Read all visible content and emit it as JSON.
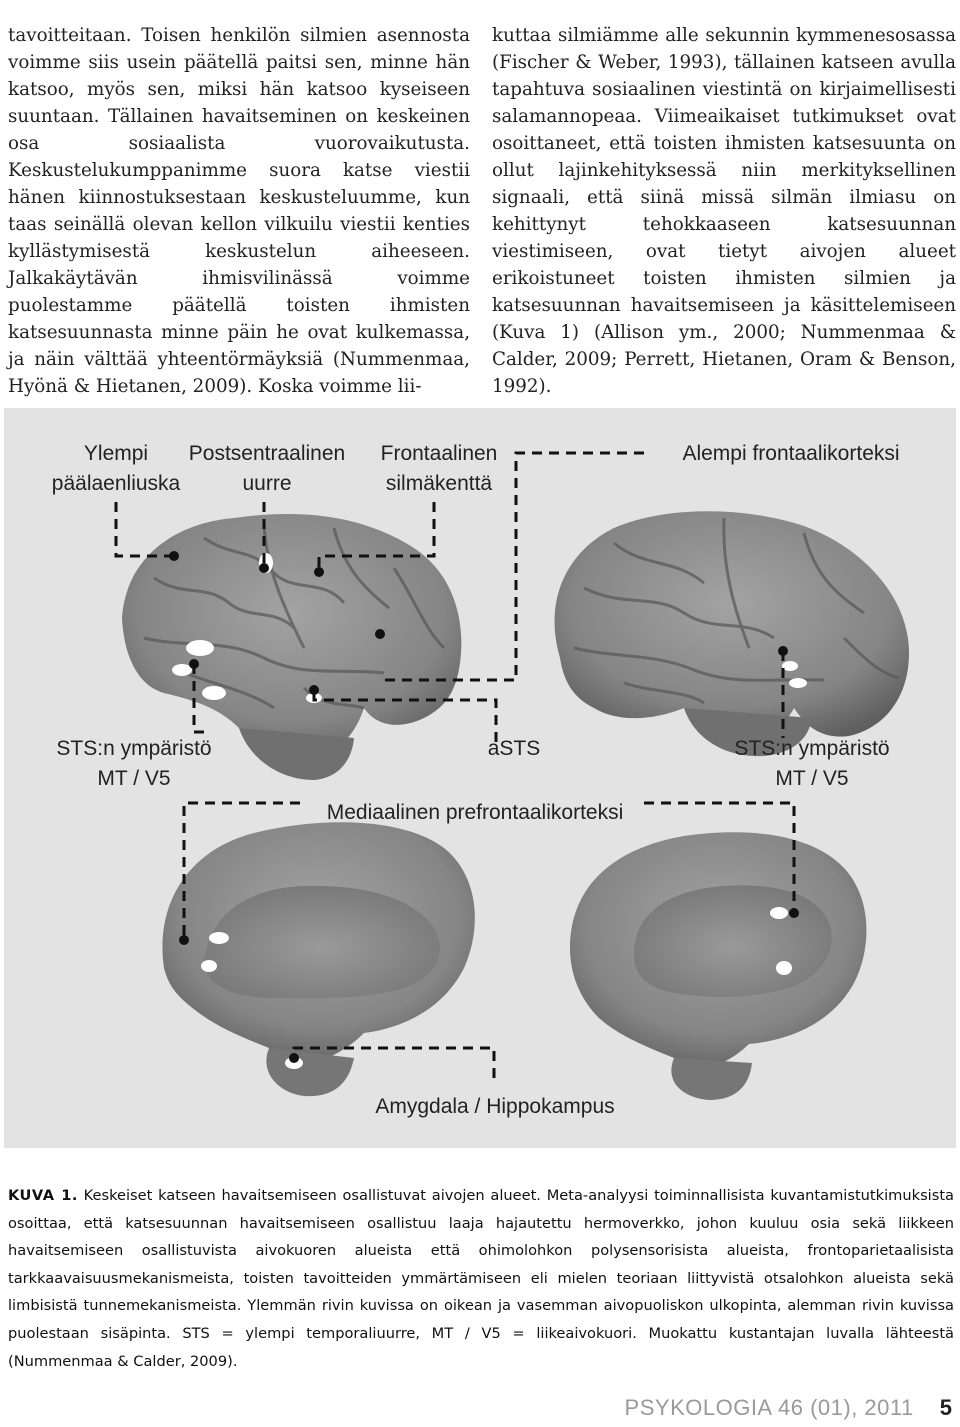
{
  "left_column": {
    "paragraph": "tavoitteitaan. Toisen henkilön silmien asennosta voimme siis usein päätellä paitsi sen, minne hän katsoo, myös sen, miksi hän katsoo kyseiseen suuntaan. Tällainen havaitseminen on keskeinen osa sosiaalista vuorovaikutusta. Keskustelukumppanimme suora katse viestii hänen kiinnostuksestaan keskusteluumme, kun taas seinällä olevan kellon vilkuilu viestii kenties kyllästymisestä keskustelun aiheeseen. Jalkakäytävän ihmisvilinässä voimme puolestamme päätellä toisten ihmisten katsesuunnasta minne päin he ovat kulkemassa, ja näin välttää yhteentörmäyksiä (Nummenmaa, Hyönä & Hietanen, 2009). Koska voimme lii-"
  },
  "right_column": {
    "paragraph": "kuttaa silmiämme alle sekunnin kymmenesosassa (Fischer & Weber, 1993), tällainen katseen avulla tapahtuva sosiaalinen viestintä on kirjaimellisesti salamannopeaa. Viimeaikaiset tutkimukset ovat osoittaneet, että toisten ihmisten katsesuunta on ollut lajinkehityksessä niin merkityksellinen signaali, että siinä missä silmän ilmiasu on kehittynyt tehokkaaseen katsesuunnan viestimiseen, ovat tietyt aivojen alueet erikoistuneet toisten ihmisten silmien ja katsesuunnan havaitsemiseen ja käsittelemiseen (Kuva 1) (Allison ym., 2000; Nummenmaa & Calder, 2009; Perrett, Hietanen, Oram & Benson, 1992)."
  },
  "figure": {
    "labels": {
      "ylempi": "Ylempi\npäälaenliuska",
      "postsentraalinen": "Postsentraalinen\nuurre",
      "frontaalinen": "Frontaalinen\nsilmäkenttä",
      "alempi": "Alempi frontaalikorteksi",
      "sts_left": "STS:n ympäristö\nMT / V5",
      "asts": "aSTS",
      "sts_right": "STS:n ympäristö\nMT / V5",
      "mediaalinen": "Mediaalinen prefrontaalikorteksi",
      "amygdala": "Amygdala / Hippokampus"
    },
    "colors": {
      "background": "#e3e3e3",
      "cortex": "#8a8a8a",
      "activation": "#ffffff",
      "connector": "#111111"
    }
  },
  "caption": {
    "label": "KUVA 1.",
    "text": " Keskeiset katseen havaitsemiseen osallistuvat aivojen alueet. Meta-analyysi toiminnallisista kuvantamistutkimuksista osoittaa, että katsesuunnan havaitsemiseen osallistuu laaja hajautettu hermoverkko, johon kuuluu osia sekä liikkeen havaitsemiseen osallistuvista aivokuoren alueista että ohimolohkon polysensorisista alueista, frontoparietaalisista tarkkaavaisuusmekanismeista, toisten tavoitteiden ymmärtämiseen eli mielen teoriaan liittyvistä otsalohkon alueista sekä limbisistä tunnemekanismeista. Ylemmän rivin kuvissa on oikean ja vasemman aivopuoliskon ulkopinta, alemman rivin kuvissa puolestaan sisäpinta. STS = ylempi temporaliuurre, MT / V5 = liikeaivokuori. Muokattu kustantajan luvalla lähteestä (Nummenmaa & Calder, 2009)."
  },
  "footer": {
    "journal": "PSYKOLOGIA 46 (01), 2011",
    "page": "5"
  }
}
